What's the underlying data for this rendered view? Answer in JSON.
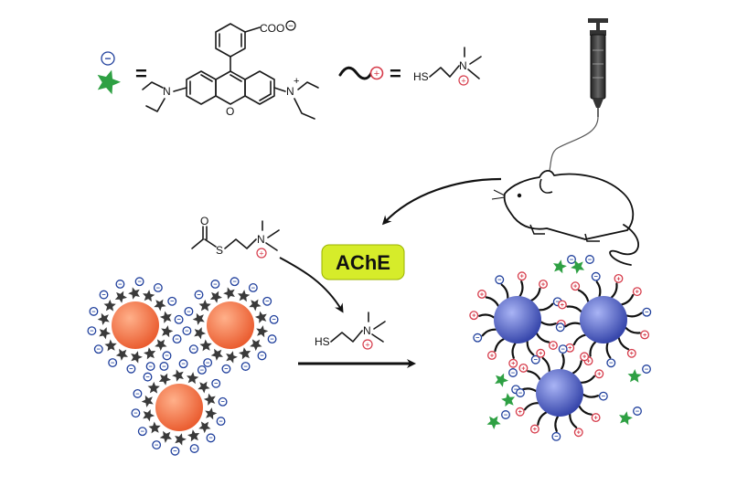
{
  "colors": {
    "gold_np": "#e9582b",
    "gold_np_highlight": "#ffb08a",
    "aggregated_np": "#2f3fa6",
    "aggregated_np_highlight": "#a9b4f5",
    "negative_charge": "#1f3f9c",
    "positive_charge": "#d63b4a",
    "dye_star": "#2ea043",
    "linker_star": "#3a3a3a",
    "enzyme_box": "#d6ec2a"
  },
  "icons": {
    "dye": "green-star-icon",
    "thiol_ligand": "wavy-ligand-icon",
    "injection": "syringe-icon",
    "animal": "mouse-icon",
    "nanoparticle": "sphere-icon"
  },
  "legend": {
    "equals": "=",
    "rhodamine": {
      "carboxylate": "COO",
      "amine_left": "N",
      "amine_right": "N",
      "ring_oxygen": "O",
      "plus": "+",
      "minus": "−"
    },
    "thiocholine": {
      "thiol": "HS",
      "ammonium": "N",
      "plus": "+"
    }
  },
  "substrate": {
    "sulfur": "S",
    "oxygen": "O",
    "ammonium": "N"
  },
  "product": {
    "thiol": "HS",
    "ammonium": "N"
  },
  "enzyme": {
    "label": "AChE"
  },
  "charges": {
    "negative": "−",
    "positive": "+"
  }
}
